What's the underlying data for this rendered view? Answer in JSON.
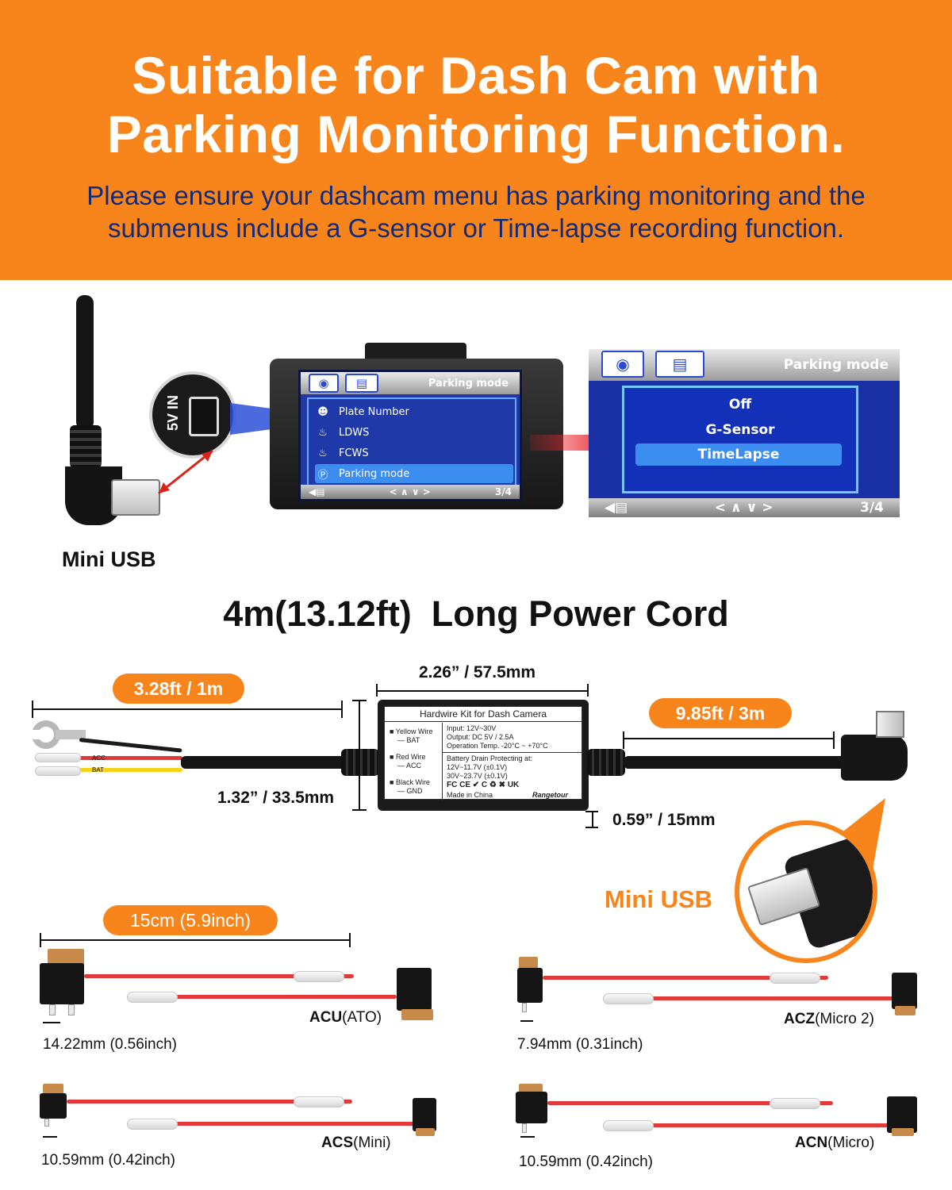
{
  "header": {
    "title_line1": "Suitable for Dash Cam with",
    "title_line2": "Parking Monitoring Function.",
    "subtitle_line1": "Please ensure your dashcam menu has parking monitoring and the",
    "subtitle_line2": "submenus include a G-sensor or Time-lapse recording function."
  },
  "port": {
    "label": "5V IN",
    "connector_label": "Mini USB"
  },
  "screen_menu": {
    "title": "Parking mode",
    "items": [
      {
        "icon": "plate-number-icon",
        "label": "Plate Number"
      },
      {
        "icon": "ldws-icon",
        "label": "LDWS"
      },
      {
        "icon": "fcws-icon",
        "label": "FCWS"
      },
      {
        "icon": "parking-icon",
        "label": "Parking mode",
        "selected": true
      }
    ],
    "nav": "< ∧ ∨ >",
    "page": "3/4"
  },
  "screen_submenu": {
    "title": "Parking mode",
    "options": [
      {
        "label": "Off"
      },
      {
        "label": "G-Sensor"
      },
      {
        "label": "TimeLapse",
        "selected": true
      }
    ],
    "nav": "< ∧ ∨ >",
    "page": "3/4"
  },
  "cord_title": "4m(13.12ft)  Long Power Cord",
  "dimensions": {
    "input_length": "3.28ft / 1m",
    "output_length": "9.85ft / 3m",
    "box_width": "2.26” / 57.5mm",
    "box_height": "1.32” / 33.5mm",
    "box_depth": "0.59” / 15mm"
  },
  "module": {
    "title": "Hardwire Kit for Dash Camera",
    "wires": [
      "Yellow Wire",
      "— BAT",
      "Red Wire",
      "— ACC",
      "Black Wire",
      "— GND"
    ],
    "specs": [
      "Input: 12V~30V",
      "Output: DC 5V / 2.5A",
      "Operation Temp. -20°C ~ +70°C"
    ],
    "battery": [
      "Battery Drain Protecting at:",
      "12V~11.7V (±0.1V)",
      "30V~23.7V (±0.1V)"
    ],
    "marks": "FC CE ✔ C ♻ ✖ UK",
    "made_in": "Made in China",
    "brand": "Rangetour"
  },
  "wire_tags": {
    "acc": "ACC",
    "bat": "BAT"
  },
  "mini_usb_callout": "Mini USB",
  "taps": {
    "length": "15cm (5.9inch)",
    "items": [
      {
        "name_bold": "ACU",
        "name_rest": "(ATO)",
        "size": "14.22mm (0.56inch)"
      },
      {
        "name_bold": "ACZ",
        "name_rest": "(Micro 2)",
        "size": "7.94mm (0.31inch)"
      },
      {
        "name_bold": "ACS",
        "name_rest": "(Mini)",
        "size": "10.59mm (0.42inch)"
      },
      {
        "name_bold": "ACN",
        "name_rest": "(Micro)",
        "size": "10.59mm (0.42inch)"
      }
    ]
  },
  "colors": {
    "accent": "#f7851b",
    "navy": "#122a78",
    "screen_blue": "#1f3aa8",
    "wire_red": "#e03a3a",
    "wire_yellow": "#f4d21a"
  }
}
